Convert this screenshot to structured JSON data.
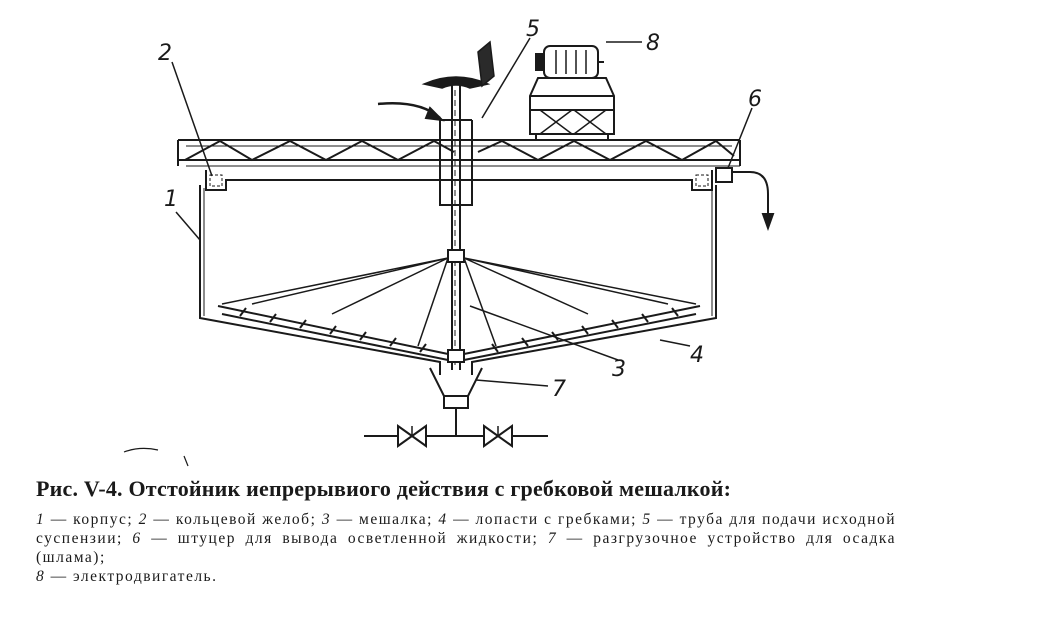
{
  "figure": {
    "callouts": [
      "1",
      "2",
      "3",
      "4",
      "5",
      "6",
      "7",
      "8"
    ]
  },
  "caption": {
    "title": "Рис. V-4. Отстойник иепрерывиого действия с гребковой мешалкой:",
    "legend": [
      {
        "num": "1",
        "text": "— корпус;"
      },
      {
        "num": "2",
        "text": "— кольцевой желоб;"
      },
      {
        "num": "3",
        "text": "— мешалка;"
      },
      {
        "num": "4",
        "text": "— лопасти с гребками;"
      },
      {
        "num": "5",
        "text": "— труба для подачи исходной суспензии;"
      },
      {
        "num": "6",
        "text": "— штуцер для вывода осветленной жидкости;"
      },
      {
        "num": "7",
        "text": "— разгрузочное устройство для осадка (шлама);"
      },
      {
        "num": "8",
        "text": "— электродвигатель."
      }
    ]
  }
}
